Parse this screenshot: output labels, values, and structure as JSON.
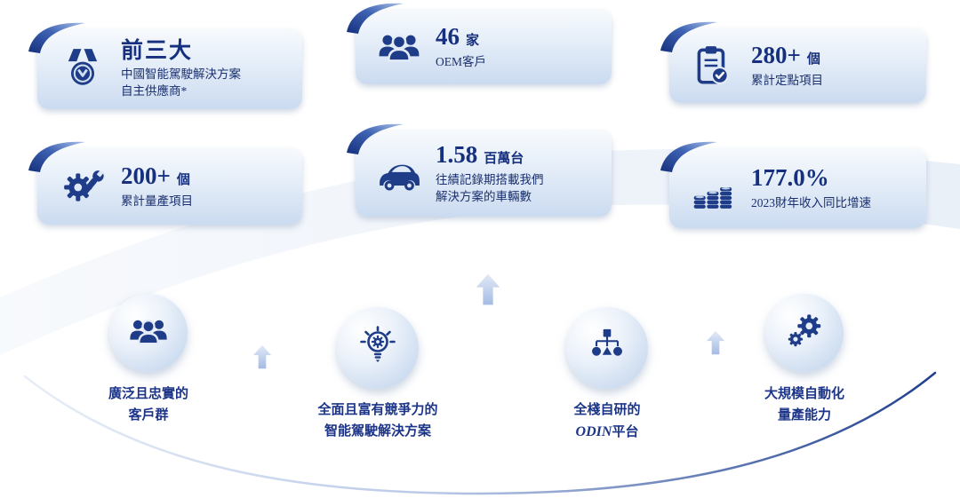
{
  "colors": {
    "navy": "#1e3c87",
    "value_text": "#16307f",
    "desc_text": "#1a2f6e",
    "label_text": "#1c3588",
    "card_gradient_top": "#f7fafd",
    "card_gradient_bottom": "#cbdbf0"
  },
  "cards": [
    {
      "id": "top3",
      "icon": "medal-icon",
      "value": "前三大",
      "unit": "",
      "desc": "中國智能駕駛解決方案\n自主供應商*"
    },
    {
      "id": "oem",
      "icon": "oem-customers-icon",
      "value": "46",
      "unit": "家",
      "desc": "OEM客戶"
    },
    {
      "id": "designwins",
      "icon": "clipboard-check-icon",
      "value": "280+",
      "unit": "個",
      "desc": "累計定點項目"
    },
    {
      "id": "production",
      "icon": "gear-wrench-icon",
      "value": "200+",
      "unit": "個",
      "desc": "累計量產項目"
    },
    {
      "id": "vehicles",
      "icon": "car-icon",
      "value": "1.58",
      "unit": "百萬台",
      "desc": "往績記錄期搭載我們\n解決方案的車輛數"
    },
    {
      "id": "growth",
      "icon": "coins-icon",
      "value": "177.0%",
      "unit": "",
      "desc": "2023財年收入同比增速"
    }
  ],
  "pillars": [
    {
      "id": "customer-base",
      "icon": "customer-group-icon",
      "label": "廣泛且忠實的\n客戶群"
    },
    {
      "id": "solutions",
      "icon": "lightbulb-gear-icon",
      "label": "全面且富有競爭力的\n智能駕駛解決方案"
    },
    {
      "id": "odin-platform",
      "icon": "org-platform-icon",
      "label_pre": "全棧自研的",
      "label_em": "ODIN",
      "label_post": "平台"
    },
    {
      "id": "automation",
      "icon": "automation-gears-icon",
      "label": "大規模自動化\n量產能力"
    }
  ]
}
